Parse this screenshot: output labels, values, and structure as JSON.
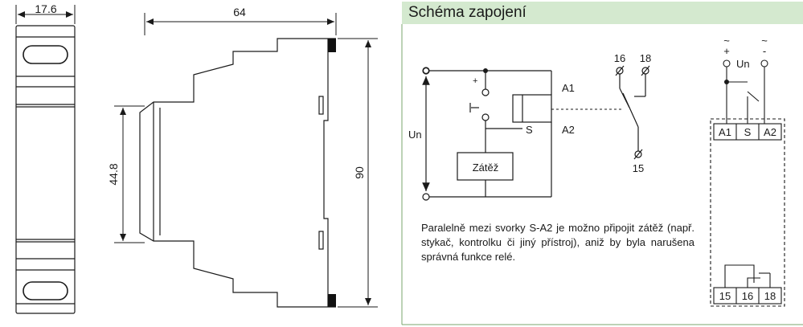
{
  "dims": {
    "width": "17.6",
    "length": "64",
    "din_height": "44.8",
    "height": "90"
  },
  "schema": {
    "title": "Schéma zapojení",
    "supply_label": "Un",
    "plus_sign": "+",
    "load_label": "Zátěž",
    "terminal_a1": "A1",
    "terminal_a2": "A2",
    "terminal_s": "S",
    "contact_16": "16",
    "contact_18": "18",
    "contact_15": "15",
    "note": "Paralelně mezi svorky S-A2 je možno připojit zátěž (např. stykač, kontrolku či jiný přístroj), aniž by byla narušena správná funkce relé."
  },
  "terminal_diagram": {
    "ac_left": "~",
    "ac_right": "~",
    "plus": "+",
    "minus": "-",
    "un_label": "Un",
    "top_terminals": [
      "A1",
      "S",
      "A2"
    ],
    "bottom_terminals": [
      "15",
      "16",
      "18"
    ]
  }
}
